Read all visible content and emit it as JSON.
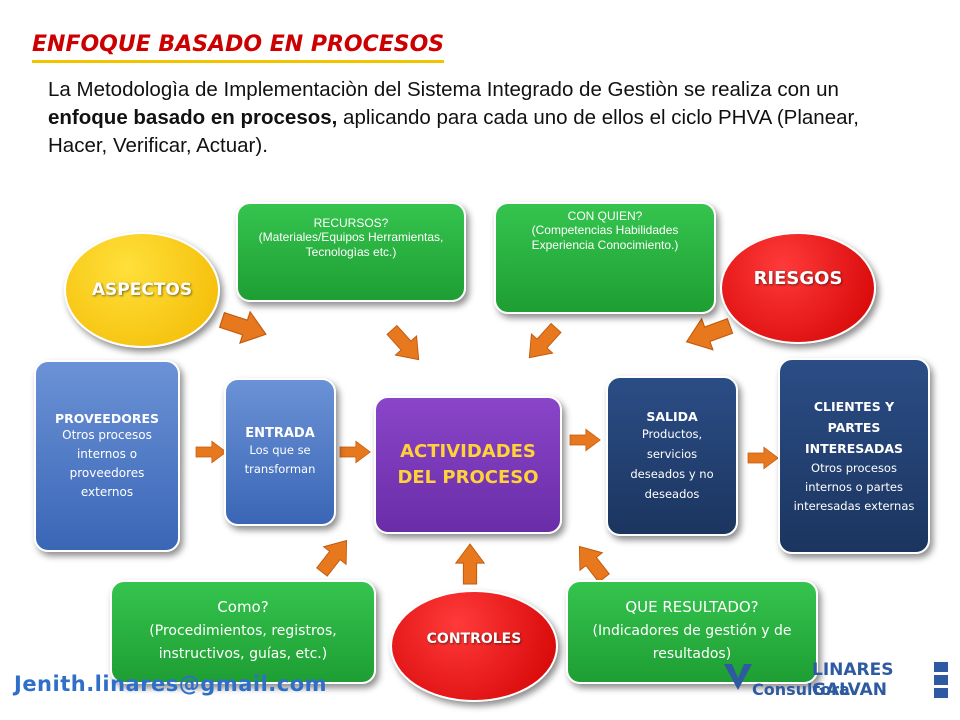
{
  "header": {
    "title": "ENFOQUE BASADO EN PROCESOS",
    "intro_1": "La Metodologìa de Implementaciòn del Sistema Integrado de Gestiòn se realiza con un ",
    "intro_bold": "enfoque basado en procesos,",
    "intro_2": " aplicando para cada uno de ellos el ciclo PHVA (Planear, Hacer, Verificar, Actuar)."
  },
  "nodes": {
    "recursos": {
      "title": "RECURSOS?",
      "body": "(Materiales/Equipos Herramientas, Tecnologìas etc.)"
    },
    "con_quien": {
      "title": "CON QUIEN?",
      "body": "(Competencias Habilidades Experiencia Conocimiento.)"
    },
    "aspectos": {
      "label": "ASPECTOS"
    },
    "riesgos": {
      "label": "RIESGOS"
    },
    "proveedores": {
      "title": "PROVEEDORES",
      "body": "Otros procesos internos o proveedores externos"
    },
    "entrada": {
      "title": "ENTRADA",
      "body": "Los que se transforman"
    },
    "actividades": {
      "label": "ACTIVIDADES DEL PROCESO"
    },
    "salida": {
      "title": "SALIDA",
      "body": "Productos, servicios deseados y no deseados"
    },
    "clientes": {
      "title": "CLIENTES Y PARTES INTERESADAS",
      "body": "Otros procesos internos o partes interesadas externas"
    },
    "como": {
      "title": "Como?",
      "body": "(Procedimientos, registros, instructivos, guías, etc.)"
    },
    "controles": {
      "label": "CONTROLES"
    },
    "que_resultado": {
      "title": "QUE RESULTADO?",
      "body": "(Indicadores de gestión y de resultados)"
    }
  },
  "footer": {
    "email": "Jenith.linares@gmail.com",
    "brand_1": "LINARES GALVAN",
    "brand_2": "Consultora"
  },
  "colors": {
    "title": "#cc0000",
    "underline": "#f2c400",
    "arrow": "#e8781e",
    "green": "#1e9e33",
    "purple": "#6a2da8",
    "navy": "#1b355f",
    "blue": "#3a66b6"
  }
}
